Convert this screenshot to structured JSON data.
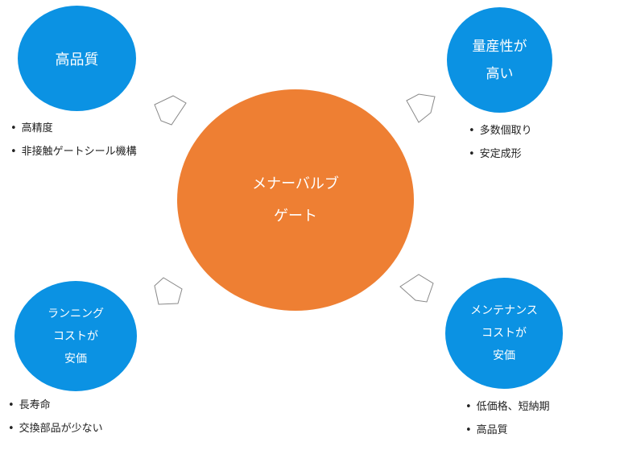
{
  "center": {
    "label": "メナーバルブ\nゲート",
    "color": "#ee7f33"
  },
  "nodes": {
    "top_left": {
      "label": "高品質",
      "bullets": [
        "高精度",
        "非接触ゲートシール機構"
      ]
    },
    "top_right": {
      "label": "量産性が\n高い",
      "bullets": [
        "多数個取り",
        "安定成形"
      ]
    },
    "bottom_left": {
      "label": "ランニング\nコストが\n安価",
      "bullets": [
        "長寿命",
        "交換部品が少ない"
      ]
    },
    "bottom_right": {
      "label": "メンテナンス\nコストが\n安価",
      "bullets": [
        "低価格、短納期",
        "高品質"
      ]
    }
  },
  "colors": {
    "node": "#0b92e3",
    "connector_stroke": "#888888"
  }
}
